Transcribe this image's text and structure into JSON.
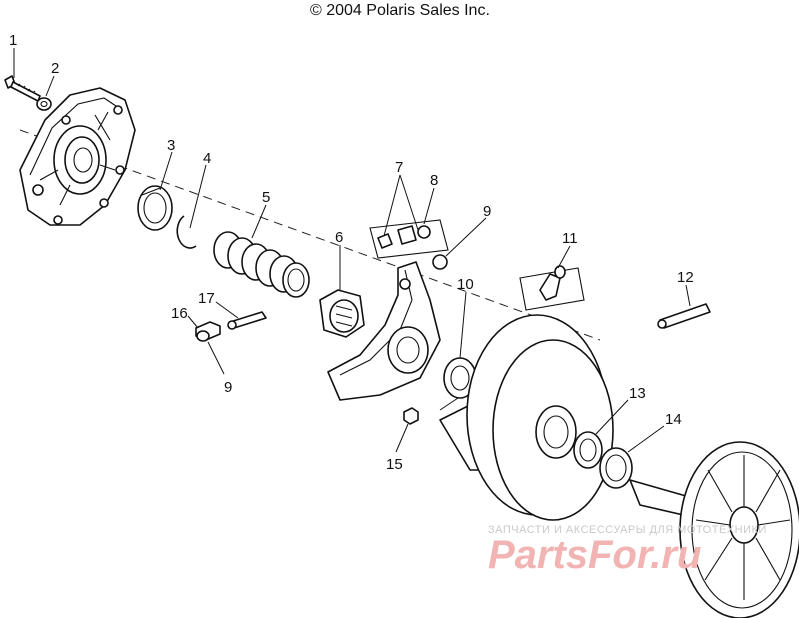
{
  "copyright": "© 2004 Polaris Sales Inc.",
  "watermark": {
    "small_text": "ЗАПЧАСТИ И АКСЕССУАРЫ ДЛЯ МОТОТЕХНИКИ",
    "brand_text": "PartsFor.ru",
    "color": "#f2b3b3"
  },
  "callouts": {
    "c1": "1",
    "c2": "2",
    "c3": "3",
    "c4": "4",
    "c5": "5",
    "c6": "6",
    "c7": "7",
    "c8": "8",
    "c9a": "9",
    "c9b": "9",
    "c10": "10",
    "c11": "11",
    "c12": "12",
    "c13": "13",
    "c14": "14",
    "c15": "15",
    "c16": "16",
    "c17": "17"
  }
}
